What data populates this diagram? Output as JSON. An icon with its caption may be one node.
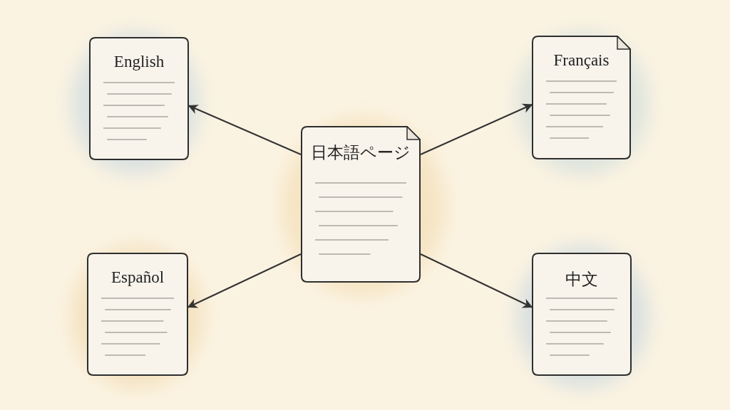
{
  "diagram": {
    "nodes": [
      {
        "text": [
          "日本語ページ"
        ]
      },
      {
        "text": [
          "English"
        ]
      },
      {
        "text": [
          "Français"
        ]
      },
      {
        "text": [
          "Español"
        ]
      },
      {
        "text": [
          "中文"
        ]
      }
    ],
    "edges": [
      {
        "from": 0,
        "to": 1,
        "arrow": "to"
      },
      {
        "from": 0,
        "to": 2,
        "arrow": "to"
      },
      {
        "from": 0,
        "to": 3,
        "arrow": "to"
      },
      {
        "from": 0,
        "to": 4,
        "arrow": "to"
      }
    ]
  }
}
